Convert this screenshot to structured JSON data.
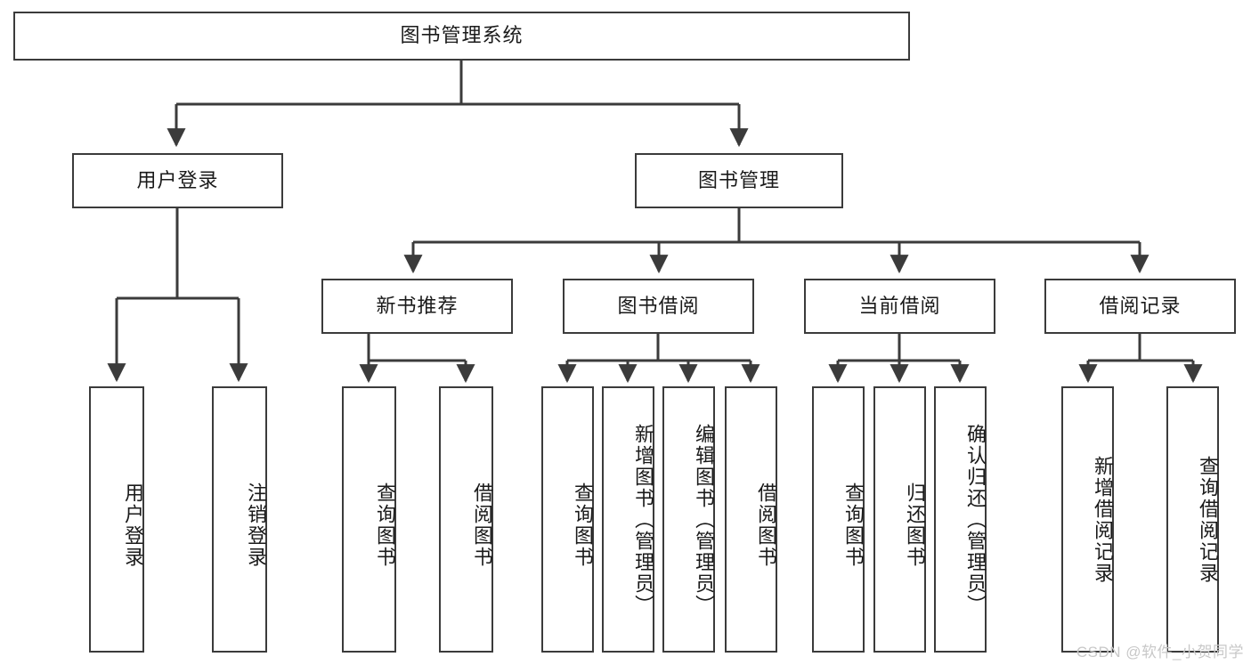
{
  "diagram": {
    "title": "图书管理系统",
    "type": "hierarchy-tree",
    "watermark": "CSDN @软件_小贺同学",
    "colors": {
      "box_border": "#3b3b3b",
      "box_fill": "#ffffff",
      "line": "#3b3b3b",
      "text": "#1a1a1a",
      "watermark": "#c8c8c8"
    },
    "root": {
      "label": "图书管理系统"
    },
    "level2": [
      {
        "label": "用户登录"
      },
      {
        "label": "图书管理"
      }
    ],
    "level3": [
      {
        "label": "新书推荐"
      },
      {
        "label": "图书借阅"
      },
      {
        "label": "当前借阅"
      },
      {
        "label": "借阅记录"
      }
    ],
    "leaves_user_login": [
      {
        "label": "用户登录"
      },
      {
        "label": "注销登录"
      }
    ],
    "leaves_new_book": [
      {
        "label": "查询图书"
      },
      {
        "label": "借阅图书"
      }
    ],
    "leaves_borrow": [
      {
        "label": "查询图书"
      },
      {
        "label": "新增图书（管理员）"
      },
      {
        "label": "编辑图书（管理员）"
      },
      {
        "label": "借阅图书"
      }
    ],
    "leaves_current": [
      {
        "label": "查询图书"
      },
      {
        "label": "归还图书"
      },
      {
        "label": "确认归还（管理员）"
      }
    ],
    "leaves_record": [
      {
        "label": "新增借阅记录"
      },
      {
        "label": "查询借阅记录"
      }
    ]
  }
}
